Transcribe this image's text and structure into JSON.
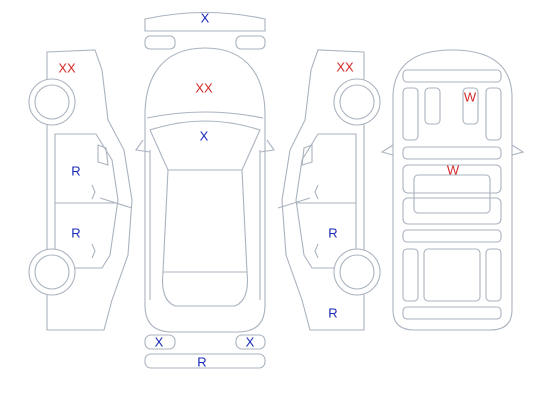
{
  "colors": {
    "outline": "#aab3c0",
    "damage_blue": "#1a2ab8",
    "damage_red": "#d42a2a"
  },
  "marks": {
    "front_bumper": "X",
    "left_front_fender": "XX",
    "hood": "XX",
    "windshield": "X",
    "right_front_fender": "XX",
    "roof": "W",
    "left_front_door": "R",
    "left_rear_door": "R",
    "interior_center": "W",
    "right_front_door": "R",
    "right_rear_quarter": "R",
    "rear_left_corner": "X",
    "rear_right_corner": "X",
    "rear_bumper": "R"
  }
}
